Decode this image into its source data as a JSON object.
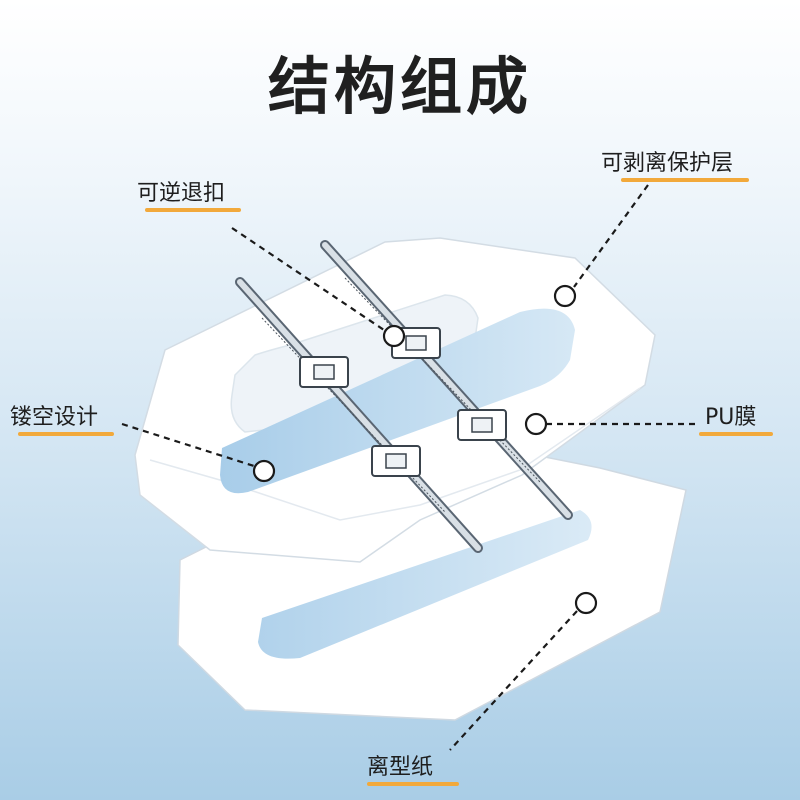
{
  "title": "结构组成",
  "labels": {
    "reversible_buckle": "可逆退扣",
    "protective_layer": "可剥离保护层",
    "hollow_design": "镂空设计",
    "pu_film": "PU膜",
    "release_paper": "离型纸"
  },
  "colors": {
    "accent_underline": "#f2a93b",
    "title_text": "#202020",
    "background_top": "#ffffff",
    "background_bottom": "#a9cde6",
    "hollow_fill": "#b9d8ee"
  }
}
